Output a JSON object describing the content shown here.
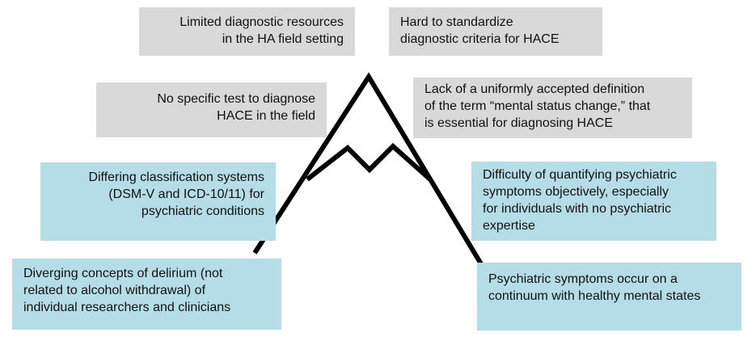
{
  "colors": {
    "gray_box": "#d9d9d9",
    "blue_box": "#b4dde8",
    "mountain_line": "#000000"
  },
  "boxes": {
    "top_left": {
      "lines": [
        "Limited diagnostic resources",
        "in the HA field setting"
      ]
    },
    "top_right": {
      "lines": [
        "Hard to standardize",
        "diagnostic criteria for HACE"
      ]
    },
    "mid_left": {
      "lines": [
        "No specific test to diagnose",
        "HACE in the field"
      ]
    },
    "mid_right": {
      "lines": [
        "Lack of a uniformly accepted definition",
        "of the term “mental status change,” that",
        "is essential for diagnosing HACE"
      ]
    },
    "blue_left_upper": {
      "lines": [
        "Differing classification systems",
        "(DSM-V and ICD-10/11) for",
        "psychiatric conditions"
      ]
    },
    "blue_right_upper": {
      "lines": [
        "Difficulty of quantifying psychiatric",
        "symptoms objectively, especially",
        "for individuals with no psychiatric",
        "expertise"
      ]
    },
    "blue_left_lower": {
      "lines": [
        "Diverging concepts of delirium (not",
        "related to alcohol withdrawal) of",
        "individual researchers and clinicians"
      ]
    },
    "blue_right_lower": {
      "lines": [
        "Psychiatric symptoms occur on a",
        "continuum with healthy mental states"
      ]
    }
  }
}
